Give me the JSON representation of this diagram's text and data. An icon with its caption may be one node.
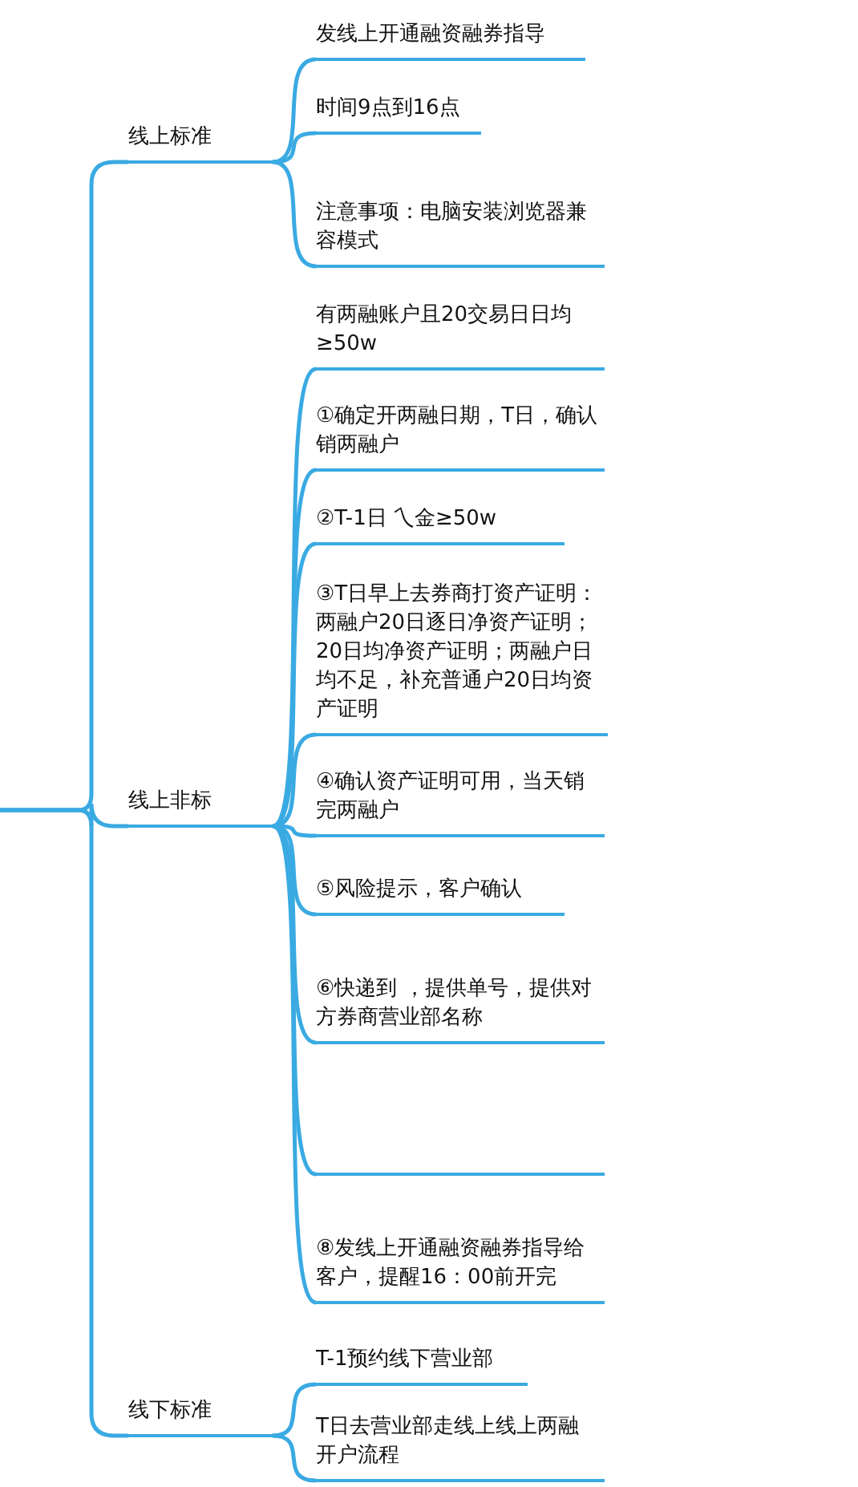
{
  "diagram": {
    "nodes": [
      {
        "text": [
          "线上标准"
        ]
      },
      {
        "text": [
          "线上非标"
        ]
      },
      {
        "text": [
          "线下标准"
        ]
      },
      {
        "text": [
          "发线上开通融资融券指导"
        ]
      },
      {
        "text": [
          "时间9点到16点"
        ]
      },
      {
        "text": [
          "注意事项：电脑安装浏览器兼容模式"
        ]
      },
      {
        "text": [
          "有两融账户且20交易日日均≥50w"
        ]
      },
      {
        "text": [
          "①确定开两融日期，T日，确认销两融户"
        ]
      },
      {
        "text": [
          "②T-1日 乀金≥50w"
        ]
      },
      {
        "text": [
          "③T日早上去券商打资产证明：两融户20日逐日净资产证明；20日均净资产证明；两融户日均不足，补充普通户20日均资产证明"
        ]
      },
      {
        "text": [
          "④确认资产证明可用，当天销完两融户"
        ]
      },
      {
        "text": [
          "⑤风险提示，客户确认"
        ]
      },
      {
        "text": [
          "⑥快递到 ，提供单号，提供对方券商营业部名称"
        ]
      },
      {
        "text": [],
        "shape": "line"
      },
      {
        "text": [
          "⑧发线上开通融资融券指导给客户，提醒16：00前开完"
        ]
      },
      {
        "text": [
          "T-1预约线下营业部"
        ]
      },
      {
        "text": [
          "T日去营业部走线上线上两融开户流程"
        ]
      }
    ],
    "edges": [
      {
        "from": null,
        "to": 0,
        "arrow": "none"
      },
      {
        "from": null,
        "to": 1,
        "arrow": "none"
      },
      {
        "from": null,
        "to": 2,
        "arrow": "none"
      },
      {
        "from": 0,
        "to": 3,
        "arrow": "none"
      },
      {
        "from": 0,
        "to": 4,
        "arrow": "none"
      },
      {
        "from": 0,
        "to": 5,
        "arrow": "none"
      },
      {
        "from": 1,
        "to": 6,
        "arrow": "none"
      },
      {
        "from": 1,
        "to": 7,
        "arrow": "none"
      },
      {
        "from": 1,
        "to": 8,
        "arrow": "none"
      },
      {
        "from": 1,
        "to": 9,
        "arrow": "none"
      },
      {
        "from": 1,
        "to": 10,
        "arrow": "none"
      },
      {
        "from": 1,
        "to": 11,
        "arrow": "none"
      },
      {
        "from": 1,
        "to": 12,
        "arrow": "none"
      },
      {
        "from": 1,
        "to": 13,
        "arrow": "none"
      },
      {
        "from": 1,
        "to": 14,
        "arrow": "none"
      },
      {
        "from": 2,
        "to": 15,
        "arrow": "none"
      },
      {
        "from": 2,
        "to": 16,
        "arrow": "none"
      }
    ]
  }
}
